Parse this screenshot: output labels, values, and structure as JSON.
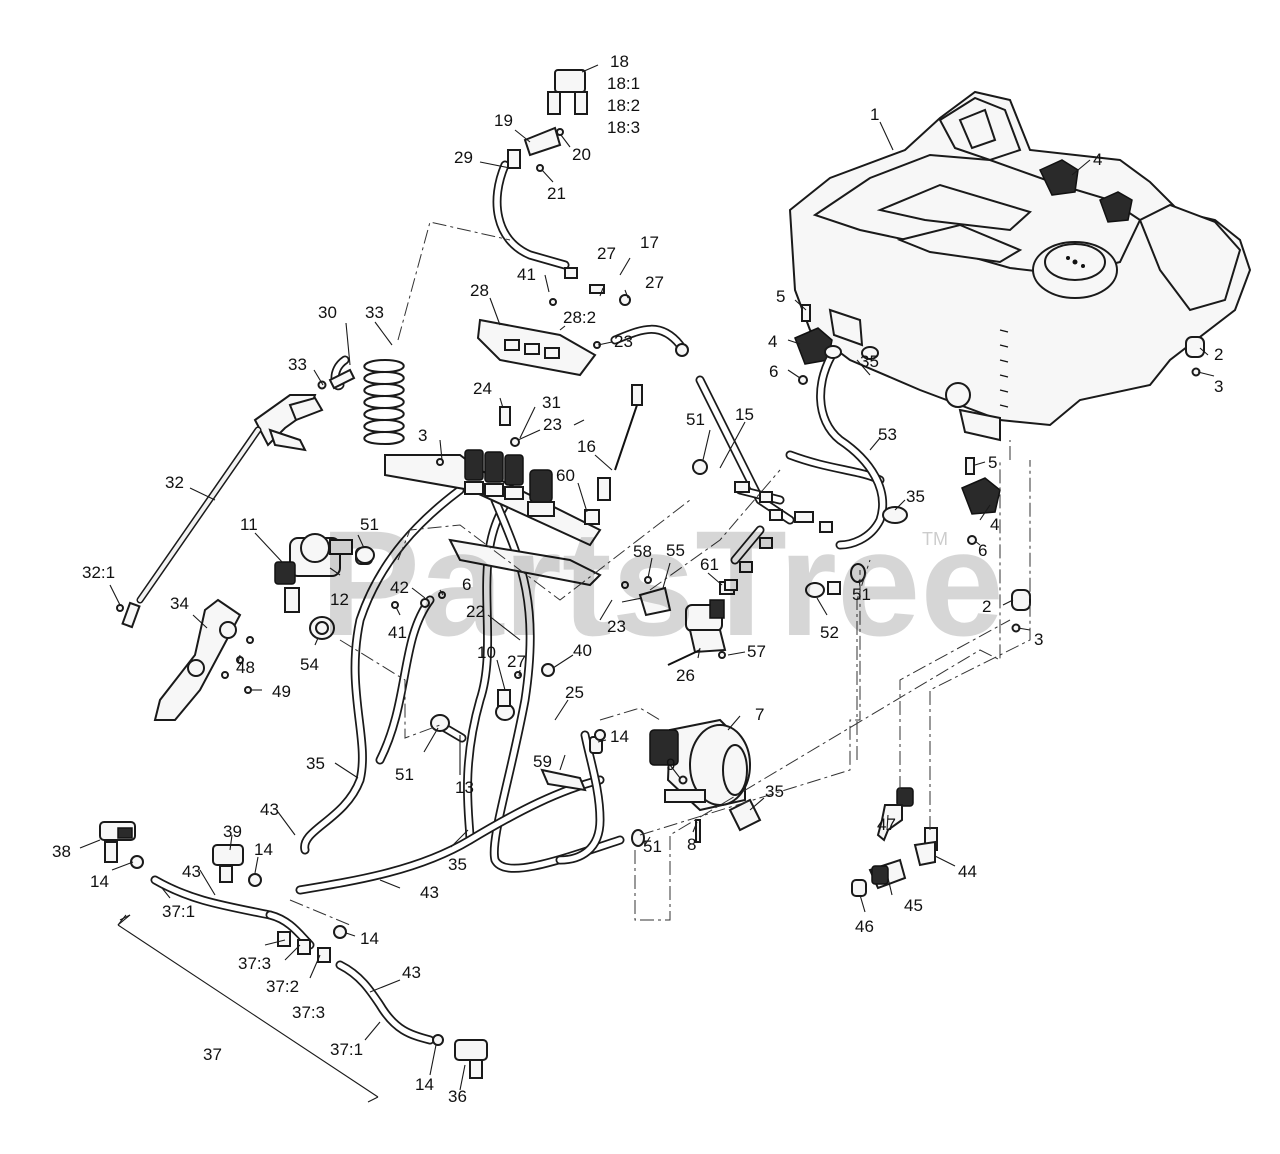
{
  "watermark": {
    "text": "PartsTree",
    "tm": "TM"
  },
  "labels": [
    {
      "id": "l1",
      "text": "1"
    },
    {
      "id": "l2a",
      "text": "2"
    },
    {
      "id": "l3a",
      "text": "3"
    },
    {
      "id": "l2b",
      "text": "2"
    },
    {
      "id": "l3b",
      "text": "3"
    },
    {
      "id": "l3c",
      "text": "3"
    },
    {
      "id": "l4a",
      "text": "4"
    },
    {
      "id": "l4b",
      "text": "4"
    },
    {
      "id": "l4c",
      "text": "4"
    },
    {
      "id": "l5a",
      "text": "5"
    },
    {
      "id": "l5b",
      "text": "5"
    },
    {
      "id": "l6a",
      "text": "6"
    },
    {
      "id": "l6b",
      "text": "6"
    },
    {
      "id": "l6c",
      "text": "6"
    },
    {
      "id": "l7",
      "text": "7"
    },
    {
      "id": "l8",
      "text": "8"
    },
    {
      "id": "l9",
      "text": "9"
    },
    {
      "id": "l10",
      "text": "10"
    },
    {
      "id": "l11",
      "text": "11"
    },
    {
      "id": "l12",
      "text": "12"
    },
    {
      "id": "l13",
      "text": "13"
    },
    {
      "id": "l14a",
      "text": "14"
    },
    {
      "id": "l14b",
      "text": "14"
    },
    {
      "id": "l14c",
      "text": "14"
    },
    {
      "id": "l14d",
      "text": "14"
    },
    {
      "id": "l14e",
      "text": "14"
    },
    {
      "id": "l15",
      "text": "15"
    },
    {
      "id": "l16",
      "text": "16"
    },
    {
      "id": "l17",
      "text": "17"
    },
    {
      "id": "l18",
      "text": "18"
    },
    {
      "id": "l18_1",
      "text": "18:1"
    },
    {
      "id": "l18_2",
      "text": "18:2"
    },
    {
      "id": "l18_3",
      "text": "18:3"
    },
    {
      "id": "l19",
      "text": "19"
    },
    {
      "id": "l20",
      "text": "20"
    },
    {
      "id": "l21",
      "text": "21"
    },
    {
      "id": "l22",
      "text": "22"
    },
    {
      "id": "l23a",
      "text": "23"
    },
    {
      "id": "l23b",
      "text": "23"
    },
    {
      "id": "l23c",
      "text": "23"
    },
    {
      "id": "l24",
      "text": "24"
    },
    {
      "id": "l25",
      "text": "25"
    },
    {
      "id": "l26",
      "text": "26"
    },
    {
      "id": "l27a",
      "text": "27"
    },
    {
      "id": "l27b",
      "text": "27"
    },
    {
      "id": "l27c",
      "text": "27"
    },
    {
      "id": "l28",
      "text": "28"
    },
    {
      "id": "l28_2",
      "text": "28:2"
    },
    {
      "id": "l29",
      "text": "29"
    },
    {
      "id": "l30",
      "text": "30"
    },
    {
      "id": "l31",
      "text": "31"
    },
    {
      "id": "l32",
      "text": "32"
    },
    {
      "id": "l32_1",
      "text": "32:1"
    },
    {
      "id": "l33a",
      "text": "33"
    },
    {
      "id": "l33b",
      "text": "33"
    },
    {
      "id": "l34",
      "text": "34"
    },
    {
      "id": "l35a",
      "text": "35"
    },
    {
      "id": "l35b",
      "text": "35"
    },
    {
      "id": "l35c",
      "text": "35"
    },
    {
      "id": "l35d",
      "text": "35"
    },
    {
      "id": "l35e",
      "text": "35"
    },
    {
      "id": "l36",
      "text": "36"
    },
    {
      "id": "l37",
      "text": "37"
    },
    {
      "id": "l37_1a",
      "text": "37:1"
    },
    {
      "id": "l37_1b",
      "text": "37:1"
    },
    {
      "id": "l37_2",
      "text": "37:2"
    },
    {
      "id": "l37_3a",
      "text": "37:3"
    },
    {
      "id": "l37_3b",
      "text": "37:3"
    },
    {
      "id": "l38",
      "text": "38"
    },
    {
      "id": "l39",
      "text": "39"
    },
    {
      "id": "l40",
      "text": "40"
    },
    {
      "id": "l41a",
      "text": "41"
    },
    {
      "id": "l41b",
      "text": "41"
    },
    {
      "id": "l42",
      "text": "42"
    },
    {
      "id": "l43a",
      "text": "43"
    },
    {
      "id": "l43b",
      "text": "43"
    },
    {
      "id": "l43c",
      "text": "43"
    },
    {
      "id": "l43d",
      "text": "43"
    },
    {
      "id": "l44",
      "text": "44"
    },
    {
      "id": "l45",
      "text": "45"
    },
    {
      "id": "l46",
      "text": "46"
    },
    {
      "id": "l47",
      "text": "47"
    },
    {
      "id": "l48",
      "text": "48"
    },
    {
      "id": "l49",
      "text": "49"
    },
    {
      "id": "l51a",
      "text": "51"
    },
    {
      "id": "l51b",
      "text": "51"
    },
    {
      "id": "l51c",
      "text": "51"
    },
    {
      "id": "l51d",
      "text": "51"
    },
    {
      "id": "l51e",
      "text": "51"
    },
    {
      "id": "l52",
      "text": "52"
    },
    {
      "id": "l53",
      "text": "53"
    },
    {
      "id": "l54",
      "text": "54"
    },
    {
      "id": "l55",
      "text": "55"
    },
    {
      "id": "l57",
      "text": "57"
    },
    {
      "id": "l58",
      "text": "58"
    },
    {
      "id": "l59",
      "text": "59"
    },
    {
      "id": "l60",
      "text": "60"
    },
    {
      "id": "l61",
      "text": "61"
    }
  ]
}
